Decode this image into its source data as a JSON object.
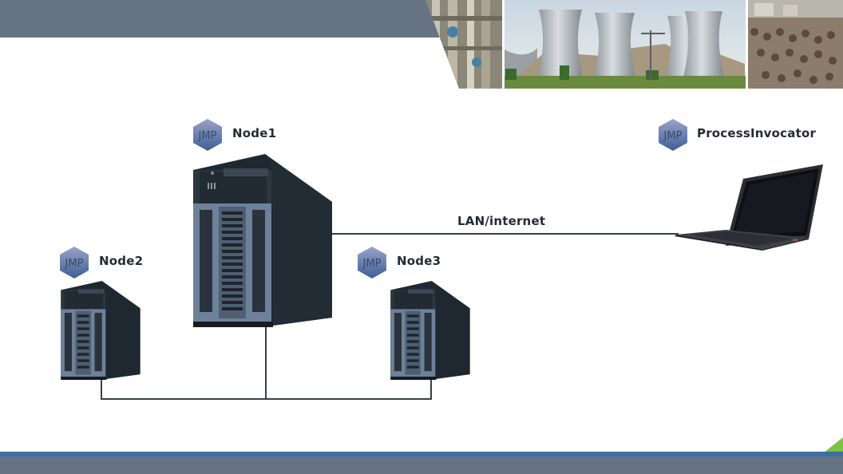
{
  "nodes": {
    "node1": {
      "label": "Node1",
      "badge": "JMP"
    },
    "node2": {
      "label": "Node2",
      "badge": "JMP"
    },
    "node3": {
      "label": "Node3",
      "badge": "JMP"
    },
    "invocator": {
      "label": "ProcessInvocator",
      "badge": "JMP"
    }
  },
  "link": {
    "label": "LAN/internet"
  },
  "colors": {
    "header_band": "#657385",
    "accent_blue": "#3e6fa1",
    "accent_green": "#7dc242",
    "hex_top": "#9aa3c6",
    "hex_bottom": "#3d5f99",
    "server_body": "#25303a",
    "server_front": "#6d8199",
    "wire": "#34404c"
  }
}
